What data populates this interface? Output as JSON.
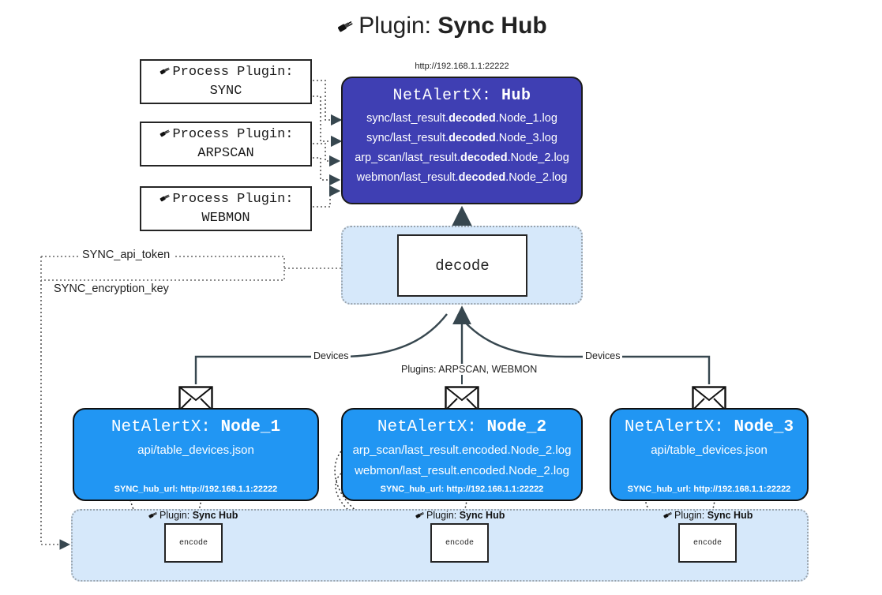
{
  "title": {
    "prefix": "Plugin: ",
    "name": "Sync Hub",
    "icon": "plug-icon"
  },
  "hub": {
    "url": "http://192.168.1.1:22222",
    "label_prefix": "NetAlertX: ",
    "label_name": "Hub",
    "logs": [
      {
        "pre": "sync/last_result.",
        "bold": "decoded",
        "post": ".Node_1.log"
      },
      {
        "pre": "sync/last_result.",
        "bold": "decoded",
        "post": ".Node_3.log"
      },
      {
        "pre": "arp_scan/last_result.",
        "bold": "decoded",
        "post": ".Node_2.log"
      },
      {
        "pre": "webmon/last_result.",
        "bold": "decoded",
        "post": ".Node_2.log"
      }
    ],
    "fill": "#3f3fb3"
  },
  "process_plugins": [
    {
      "line1": "Process Plugin:",
      "line2": "SYNC"
    },
    {
      "line1": "Process Plugin:",
      "line2": "ARPSCAN"
    },
    {
      "line1": "Process Plugin:",
      "line2": "WEBMON"
    }
  ],
  "decode": {
    "label": "decode"
  },
  "tokens": [
    {
      "label": "SYNC_api_token"
    },
    {
      "label": "SYNC_encryption_key"
    }
  ],
  "edge_labels": {
    "devices_left": "Devices",
    "devices_right": "Devices",
    "plugins_center": "Plugins: ARPSCAN, WEBMON"
  },
  "nodes": [
    {
      "label_prefix": "NetAlertX: ",
      "label_name": "Node_1",
      "lines": [
        "api/table_devices.json"
      ],
      "hub_url": "SYNC_hub_url: http://192.168.1.1:22222",
      "fill": "#2196f3"
    },
    {
      "label_prefix": "NetAlertX: ",
      "label_name": "Node_2",
      "lines": [
        "arp_scan/last_result.encoded.Node_2.log",
        "webmon/last_result.encoded.Node_2.log"
      ],
      "hub_url": "SYNC_hub_url: http://192.168.1.1:22222",
      "fill": "#2196f3"
    },
    {
      "label_prefix": "NetAlertX: ",
      "label_name": "Node_3",
      "lines": [
        "api/table_devices.json"
      ],
      "hub_url": "SYNC_hub_url: http://192.168.1.1:22222",
      "fill": "#2196f3"
    }
  ],
  "encoders": [
    {
      "plugin_prefix": "Plugin: ",
      "plugin_name": "Sync Hub",
      "label": "encode"
    },
    {
      "plugin_prefix": "Plugin: ",
      "plugin_name": "Sync Hub",
      "label": "encode"
    },
    {
      "plugin_prefix": "Plugin: ",
      "plugin_name": "Sync Hub",
      "label": "encode"
    }
  ],
  "colors": {
    "hub": "#3f3fb3",
    "node": "#2196f3",
    "container": "#d6e8fa",
    "stroke": "#252525"
  }
}
